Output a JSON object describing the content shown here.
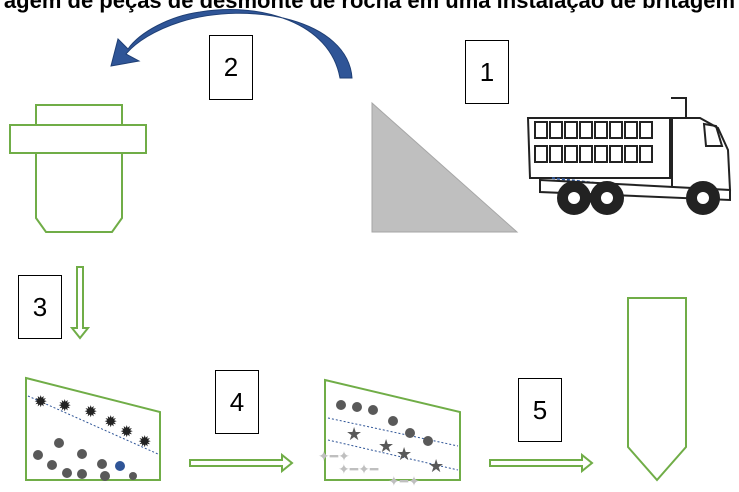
{
  "title": "agem de peças de desmonte de rocha em uma instalação de britagem",
  "steps": [
    {
      "number": "1"
    },
    {
      "number": "2"
    },
    {
      "number": "3"
    },
    {
      "number": "4"
    },
    {
      "number": "5"
    }
  ],
  "colors": {
    "outline_green": "#70ad47",
    "arrow_blue": "#2f5597",
    "arrow_blue_light": "#4472c4",
    "ramp_gray": "#bfbfbf",
    "ball_gray": "#595959"
  },
  "icons": [
    "curved-arrow-icon",
    "ramp-icon",
    "dump-truck-icon",
    "hopper-icon",
    "screen-icon",
    "silo-icon"
  ]
}
